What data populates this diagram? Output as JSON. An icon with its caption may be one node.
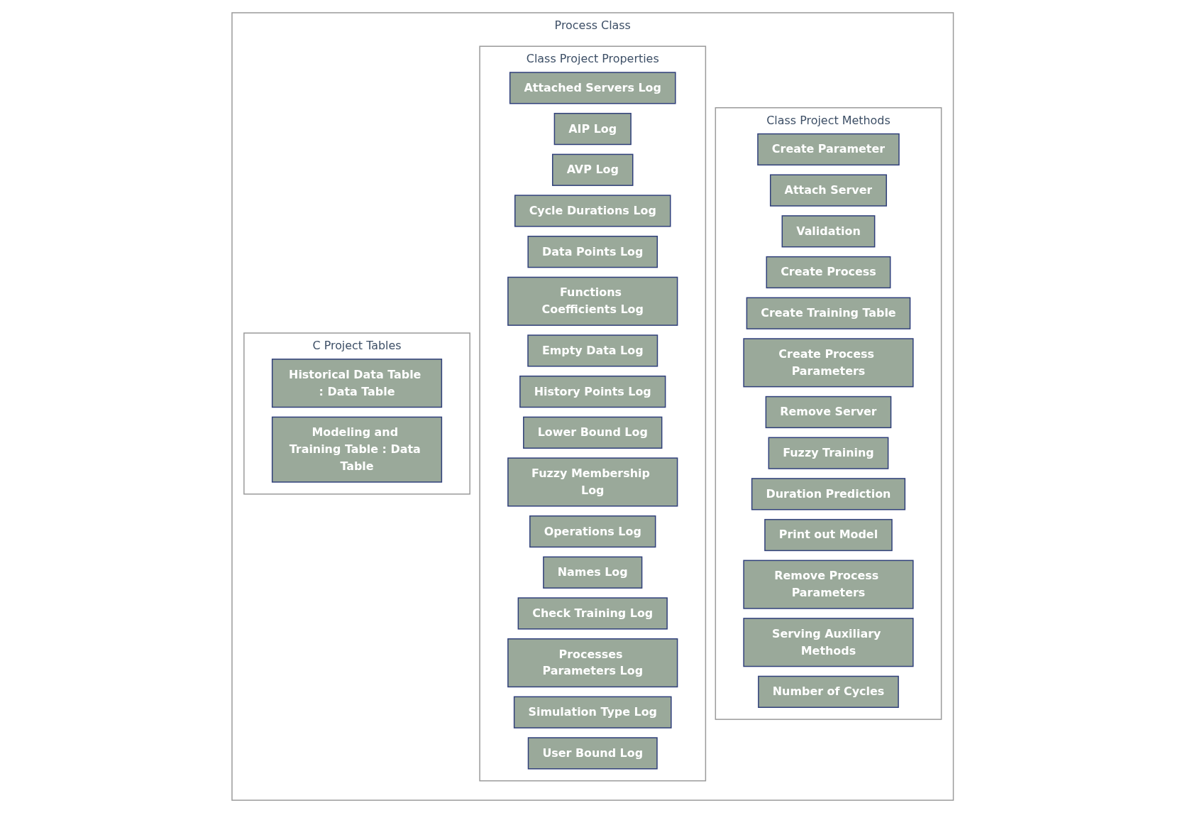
{
  "diagram": {
    "nodes": [
      {
        "text": [
          "Process Class"
        ]
      },
      {
        "text": [
          "C Project Tables"
        ],
        "in": 0
      },
      {
        "text": [
          "Historical Data Table : Data Table"
        ],
        "in": 1
      },
      {
        "text": [
          "Modeling and Training Table : Data Table"
        ],
        "in": 1
      },
      {
        "text": [
          "Class Project Properties"
        ],
        "in": 0
      },
      {
        "text": [
          "Attached Servers Log"
        ],
        "in": 4
      },
      {
        "text": [
          "AIP Log"
        ],
        "in": 4
      },
      {
        "text": [
          "AVP Log"
        ],
        "in": 4
      },
      {
        "text": [
          "Cycle Durations Log"
        ],
        "in": 4
      },
      {
        "text": [
          "Data Points Log"
        ],
        "in": 4
      },
      {
        "text": [
          "Functions Coefficients Log"
        ],
        "in": 4
      },
      {
        "text": [
          "Empty Data Log"
        ],
        "in": 4
      },
      {
        "text": [
          "History Points Log"
        ],
        "in": 4
      },
      {
        "text": [
          "Lower Bound Log"
        ],
        "in": 4
      },
      {
        "text": [
          "Fuzzy Membership Log"
        ],
        "in": 4
      },
      {
        "text": [
          "Operations Log"
        ],
        "in": 4
      },
      {
        "text": [
          "Names Log"
        ],
        "in": 4
      },
      {
        "text": [
          "Check Training Log"
        ],
        "in": 4
      },
      {
        "text": [
          "Processes Parameters Log"
        ],
        "in": 4
      },
      {
        "text": [
          "Simulation Type Log"
        ],
        "in": 4
      },
      {
        "text": [
          "User Bound Log"
        ],
        "in": 4
      },
      {
        "text": [
          "Class Project Methods"
        ],
        "in": 0
      },
      {
        "text": [
          "Create Parameter"
        ],
        "in": 21
      },
      {
        "text": [
          "Attach Server"
        ],
        "in": 21
      },
      {
        "text": [
          "Validation"
        ],
        "in": 21
      },
      {
        "text": [
          "Create Process"
        ],
        "in": 21
      },
      {
        "text": [
          "Create Training Table"
        ],
        "in": 21
      },
      {
        "text": [
          "Create Process Parameters"
        ],
        "in": 21
      },
      {
        "text": [
          "Remove Server"
        ],
        "in": 21
      },
      {
        "text": [
          "Fuzzy Training"
        ],
        "in": 21
      },
      {
        "text": [
          "Duration Prediction"
        ],
        "in": 21
      },
      {
        "text": [
          "Print out Model"
        ],
        "in": 21
      },
      {
        "text": [
          "Remove Process Parameters"
        ],
        "in": 21
      },
      {
        "text": [
          "Serving Auxiliary Methods"
        ],
        "in": 21
      },
      {
        "text": [
          "Number of Cycles"
        ],
        "in": 21
      }
    ]
  }
}
